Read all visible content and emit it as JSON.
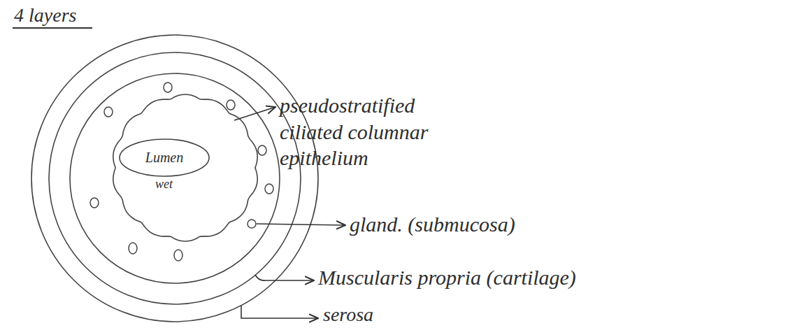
{
  "diagram": {
    "nodes": [
      {
        "text": [
          "Lumen"
        ]
      }
    ],
    "labels": [
      "4 layers",
      "wet",
      "pseudostratified ciliated columnar epithelium",
      "gland. (submucosa)",
      "Muscularis propria (cartilage)",
      "serosa"
    ]
  }
}
